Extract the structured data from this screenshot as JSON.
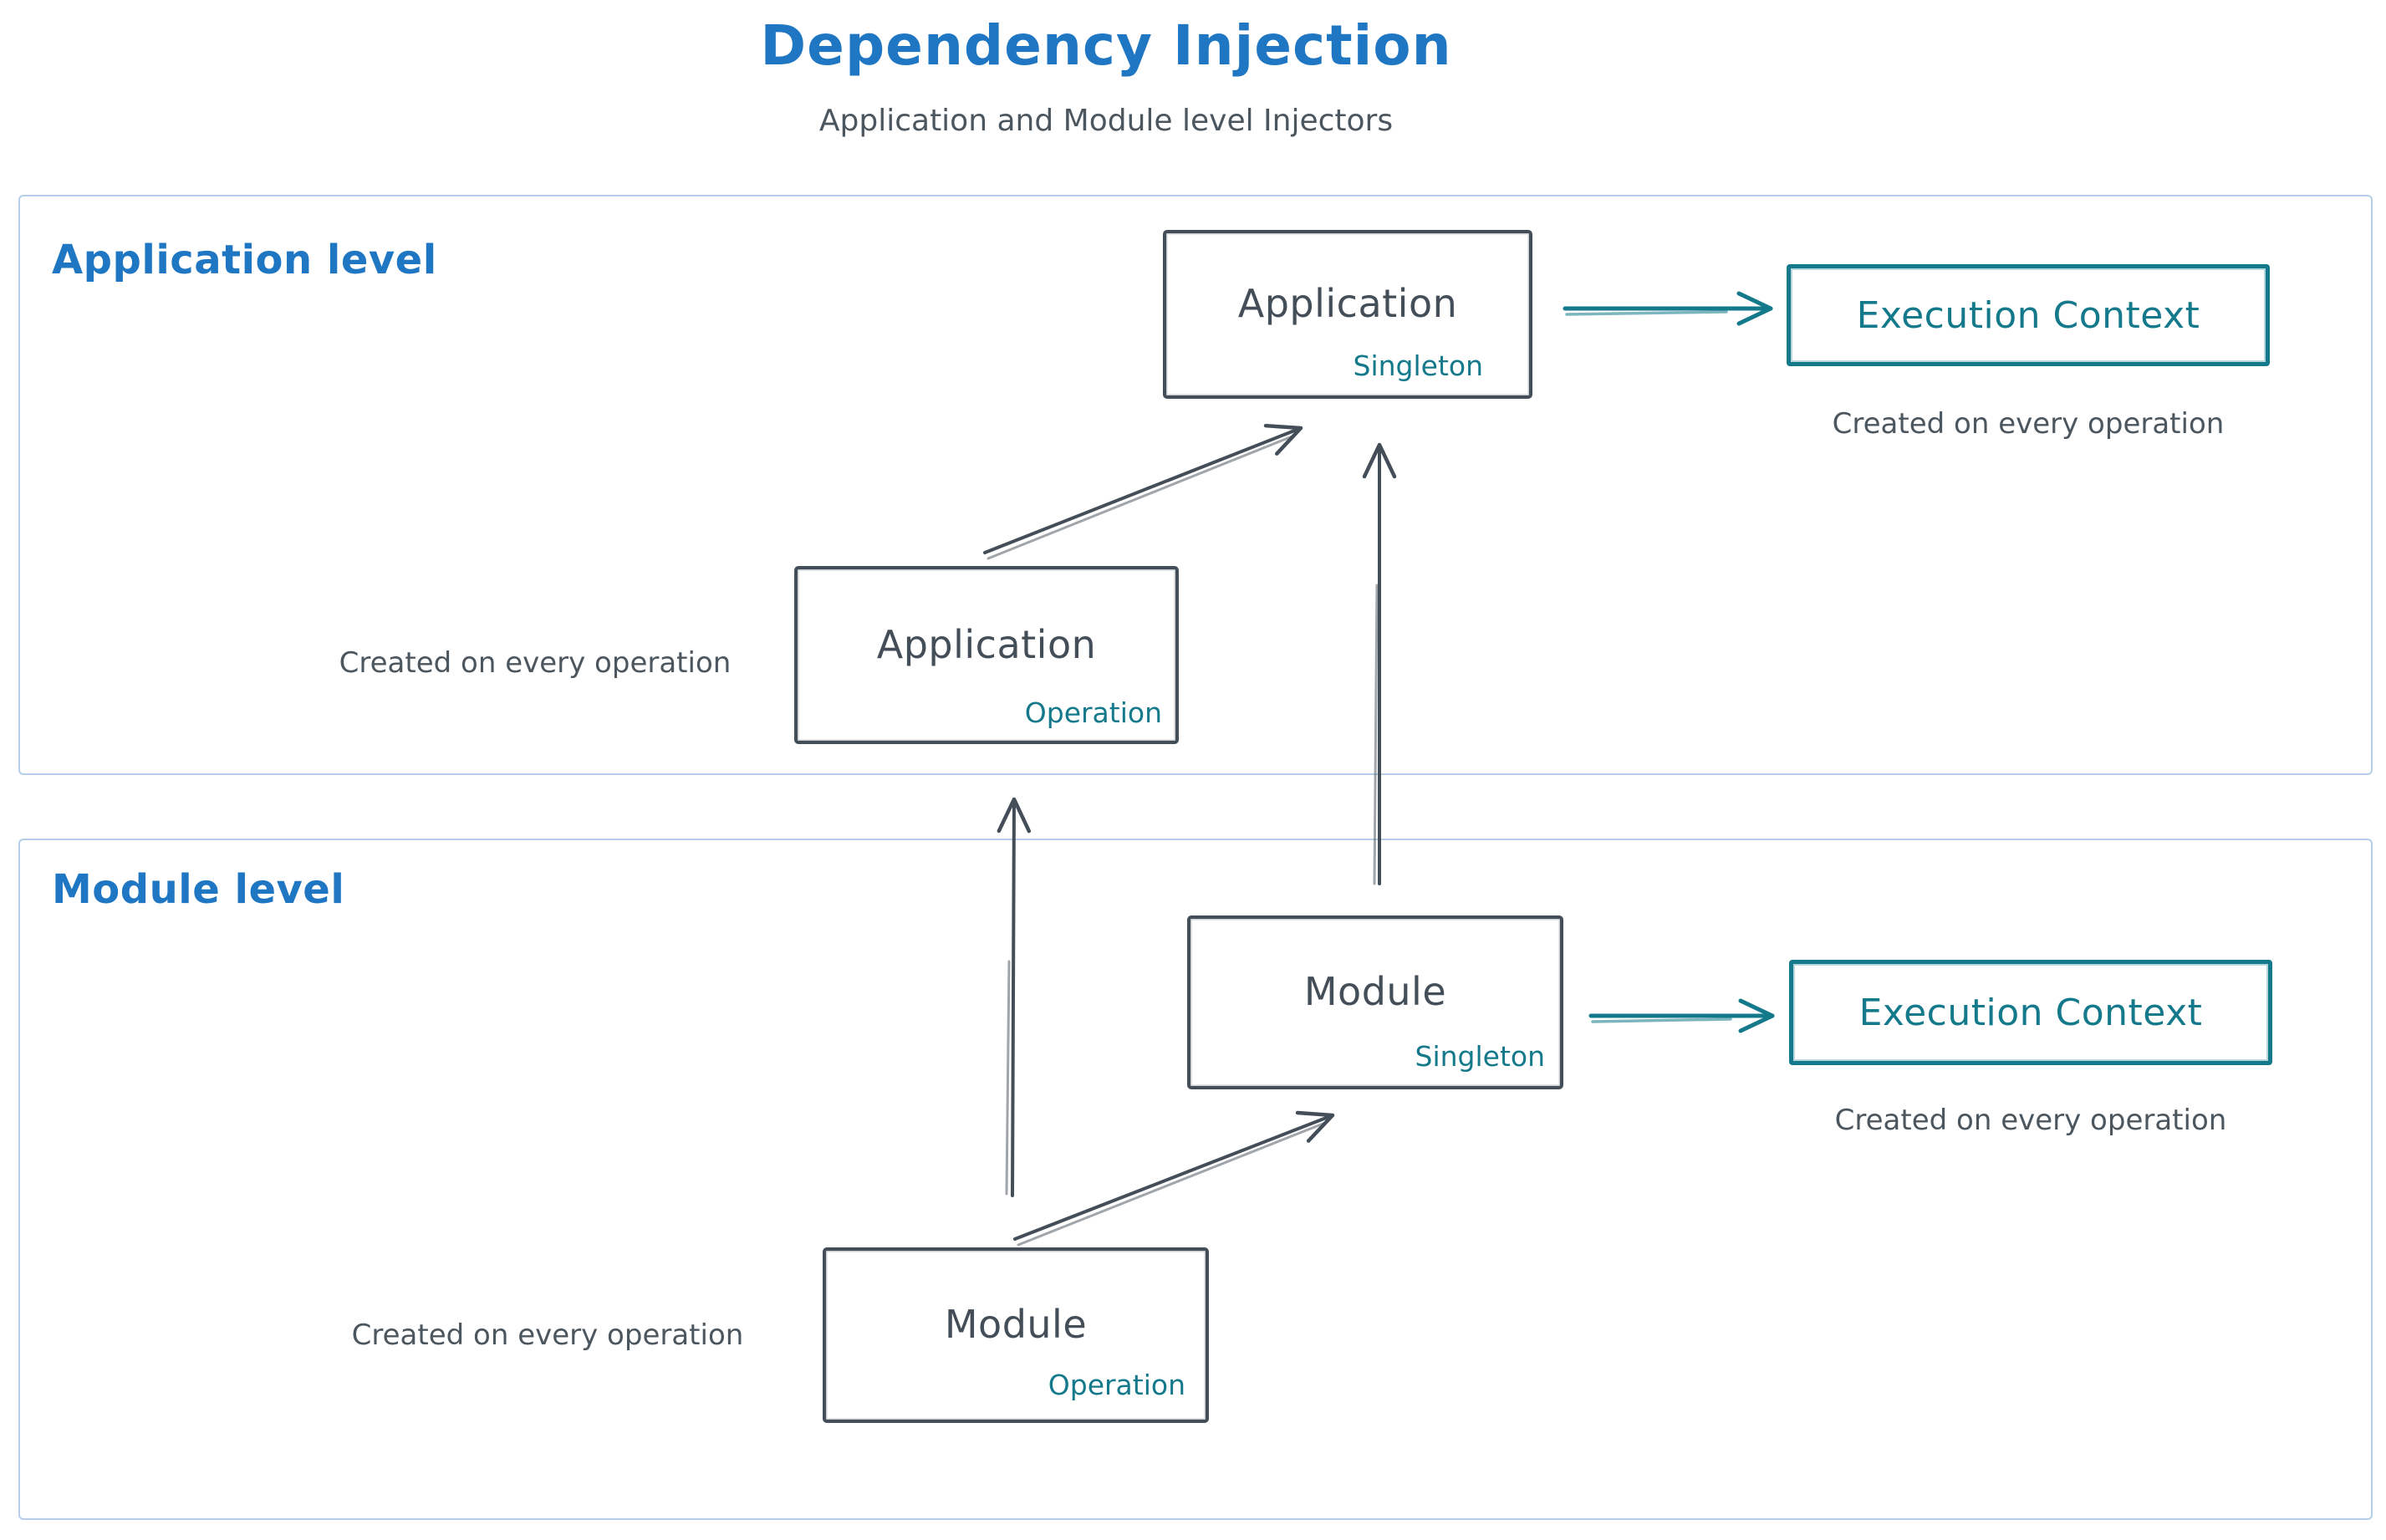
{
  "header": {
    "title": "Dependency Injection",
    "subtitle": "Application and Module level Injectors"
  },
  "sections": {
    "application": {
      "label": "Application level"
    },
    "module": {
      "label": "Module level"
    }
  },
  "boxes": {
    "app_singleton": {
      "name": "Application",
      "variant": "Singleton"
    },
    "app_operation": {
      "name": "Application",
      "variant": "Operation"
    },
    "module_singleton": {
      "name": "Module",
      "variant": "Singleton"
    },
    "module_operation": {
      "name": "Module",
      "variant": "Operation"
    },
    "app_execution_context": {
      "name": "Execution Context"
    },
    "module_execution_context": {
      "name": "Execution Context"
    }
  },
  "captions": {
    "app_execution_context": "Created on every operation",
    "module_execution_context": "Created on every operation",
    "app_operation": "Created on every operation",
    "module_operation": "Created on every operation"
  },
  "colors": {
    "blue": "#1f76c2",
    "teal": "#13798b",
    "dark": "#434e58",
    "caption": "#4c565f",
    "section_border": "#b5cde8",
    "bg": "#ffffff"
  }
}
